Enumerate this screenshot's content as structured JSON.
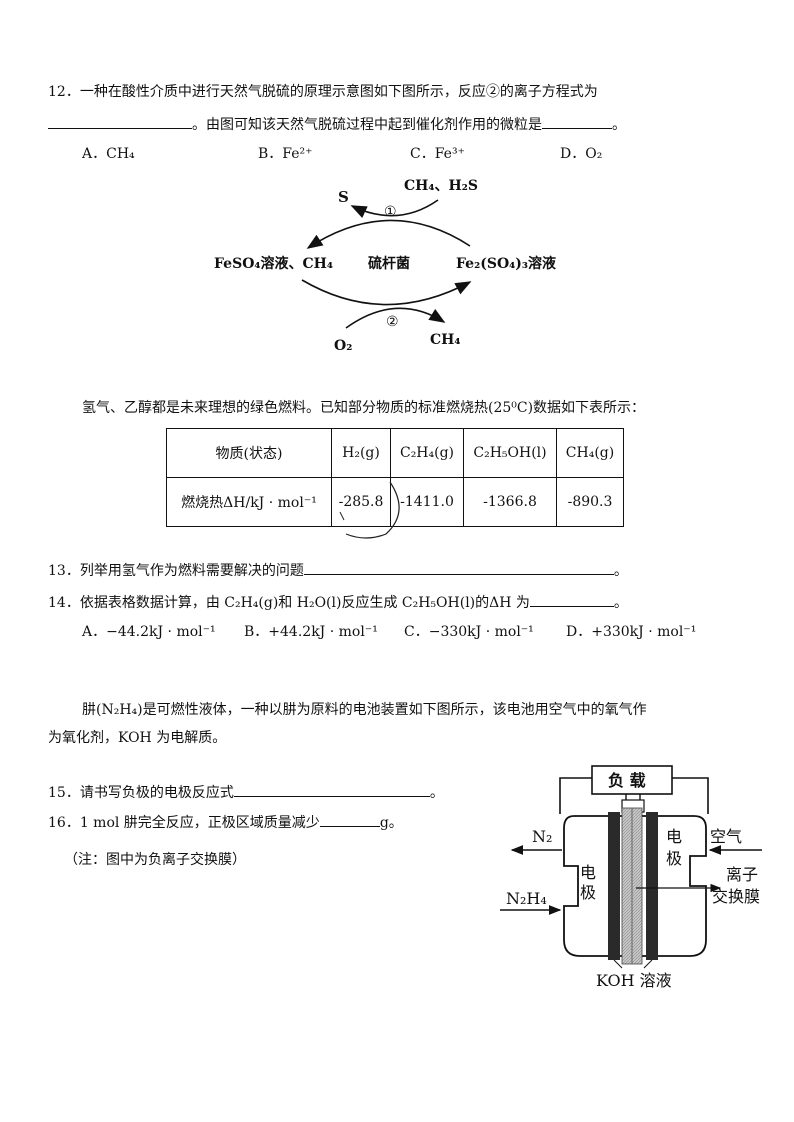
{
  "q12": {
    "line1": "12．一种在酸性介质中进行天然气脱硫的原理示意图如下图所示，反应②的离子方程式为",
    "line2_mid": "。由图可知该天然气脱硫过程中起到催化剂作用的微粒是",
    "line2_end": "。",
    "options": [
      "A．CH₄",
      "B．Fe²⁺",
      "C．Fe³⁺",
      "D．O₂"
    ]
  },
  "diagram1": {
    "s": "S",
    "ch4_h2s": "CH₄、H₂S",
    "step1": "①",
    "left": "FeSO₄溶液、CH₄",
    "center": "硫杆菌",
    "right": "Fe₂(SO₄)₃溶液",
    "step2": "②",
    "o2": "O₂",
    "ch4": "CH₄"
  },
  "intro_fuel": "氢气、乙醇都是未来理想的绿色燃料。已知部分物质的标准燃烧热(25⁰C)数据如下表所示：",
  "table": {
    "header": [
      "物质(状态)",
      "H₂(g)",
      "C₂H₄(g)",
      "C₂H₅OH(l)",
      "CH₄(g)"
    ],
    "row": [
      "燃烧热ΔH/kJ · mol⁻¹",
      "-285.8",
      "-1411.0",
      "-1366.8",
      "-890.3"
    ]
  },
  "q13": {
    "text": "13．列举用氢气作为燃料需要解决的问题",
    "end": "。"
  },
  "q14": {
    "text": "14．依据表格数据计算，由 C₂H₄(g)和 H₂O(l)反应生成 C₂H₅OH(l)的ΔH 为",
    "end": "。",
    "options": [
      "A．−44.2kJ · mol⁻¹",
      "B．+44.2kJ · mol⁻¹",
      "C．−330kJ · mol⁻¹",
      "D．+330kJ · mol⁻¹"
    ]
  },
  "intro_battery": {
    "line1": "肼(N₂H₄)是可燃性液体，一种以肼为原料的电池装置如下图所示，该电池用空气中的氧气作",
    "line2": "为氧化剂，KOH 为电解质。"
  },
  "q15": {
    "text": "15．请书写负极的电极反应式",
    "end": "。"
  },
  "q16": {
    "text": "16．1 mol 肼完全反应，正极区域质量减少",
    "end": "g。"
  },
  "note": "（注：图中为负离子交换膜）",
  "diagram2": {
    "load": "负 载",
    "n2": "N₂",
    "n2h4": "N₂H₄",
    "electrode_left_1": "电",
    "electrode_left_2": "极",
    "electrode_right_1": "电",
    "electrode_right_2": "极",
    "air": "空气",
    "membrane_1": "离子",
    "membrane_2": "交换膜",
    "koh": "KOH 溶液"
  }
}
